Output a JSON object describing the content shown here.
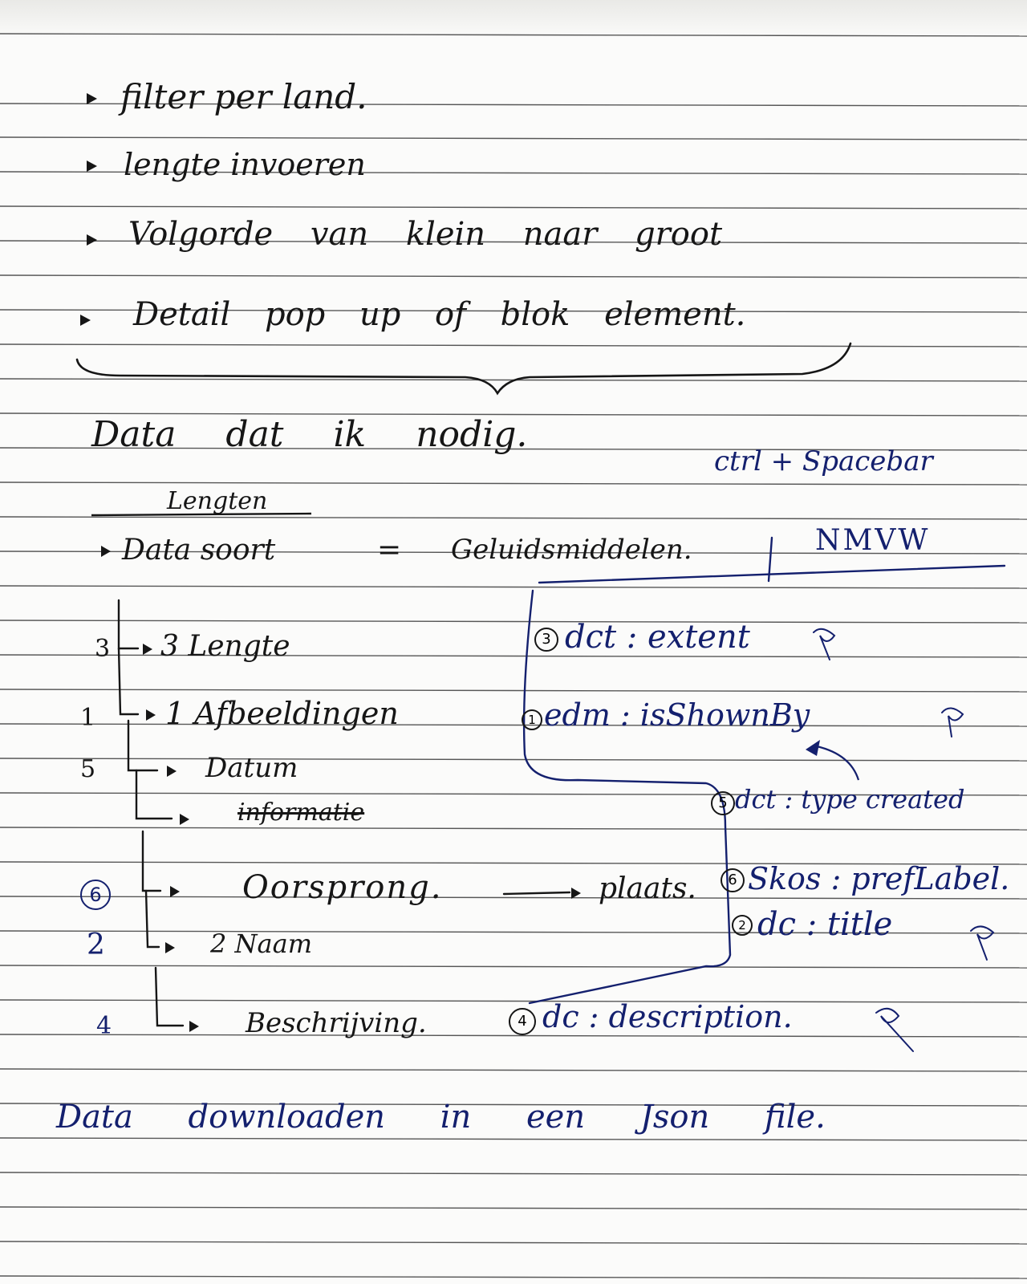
{
  "bullets": [
    "filter per land.",
    "lengte invoeren",
    "Volgorde van klein naar groot",
    "Detail pop up of blok element."
  ],
  "heading": "Data dat ik nodig.",
  "shortcut": "ctrl + Spacebar",
  "lengten": "Lengten",
  "data_soort": {
    "label": "Data soort",
    "equals": "=",
    "value": "Geluidsmiddelen.",
    "source": "NMVW"
  },
  "tree": [
    {
      "number": "3",
      "label": "3 Lengte"
    },
    {
      "number": "1",
      "label": "1 Afbeeldingen"
    },
    {
      "number": "5",
      "label": "Datum"
    },
    {
      "number": "",
      "label": "informatie"
    },
    {
      "number": "6",
      "label": "Oorsprong."
    },
    {
      "number": "2",
      "label": "2 Naam"
    },
    {
      "number": "4",
      "label": "Beschrijving."
    }
  ],
  "plaats": "plaats.",
  "fields": [
    {
      "number": "3",
      "label": "dct : extent"
    },
    {
      "number": "1",
      "label": "edm : isShownBy"
    },
    {
      "number": "5",
      "label": "dct : type created"
    },
    {
      "number": "6",
      "label": "Skos : prefLabel."
    },
    {
      "number": "2",
      "label": "dc : title"
    },
    {
      "number": "4",
      "label": "dc : description."
    }
  ],
  "download": "Data downloaden in een Json file.",
  "colors": {
    "ink_black": "#161616",
    "ink_blue": "#14206e",
    "rule": "#2e2e2e"
  }
}
